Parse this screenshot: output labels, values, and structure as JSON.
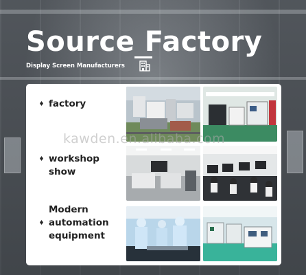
{
  "header": {
    "title": "Source Factory",
    "subtitle": "Display Screen Manufacturers",
    "icon": "building-icon"
  },
  "sections": [
    {
      "label": "factory"
    },
    {
      "label": "workshop\nshow"
    },
    {
      "label": "Modern\nautomation\nequipment"
    }
  ],
  "photos": [
    {
      "name": "factory-aerial-photo"
    },
    {
      "name": "factory-machines-photo"
    },
    {
      "name": "workshop-office-photo"
    },
    {
      "name": "workshop-workers-photo"
    },
    {
      "name": "cleanroom-workers-photo"
    },
    {
      "name": "automation-line-photo"
    }
  ],
  "watermark": "kawden.en.alibaba.com",
  "colors": {
    "card": "#ffffff",
    "text": "#222222",
    "title": "#ffffff"
  }
}
